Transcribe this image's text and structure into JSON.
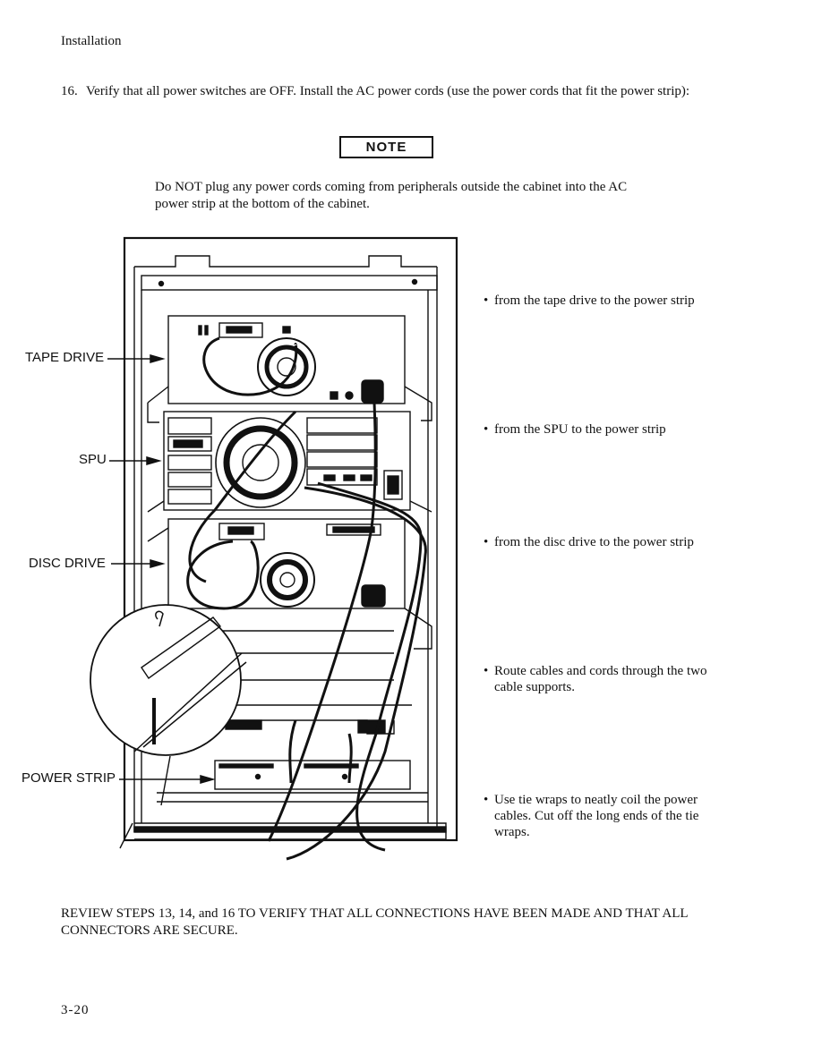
{
  "header": {
    "section": "Installation"
  },
  "step": {
    "number": "16.",
    "text": "Verify that all power switches are OFF.  Install the AC power cords (use the power cords that fit the power strip):"
  },
  "note": {
    "label": "NOTE",
    "text": "Do NOT plug any power cords coming from peripherals outside the cabinet into the AC power strip at the bottom of the cabinet."
  },
  "figure": {
    "callouts": {
      "tape_drive": "TAPE DRIVE",
      "spu": "SPU",
      "disc_drive": "DISC DRIVE",
      "power_strip": "POWER STRIP"
    },
    "bullets": [
      "from the tape drive to the power strip",
      "from the SPU to the power strip",
      "from the disc drive to the power strip",
      "Route cables and cords through the two cable supports.",
      "Use tie wraps to neatly coil the power cables.  Cut off the long ends of the tie wraps."
    ]
  },
  "review": "REVIEW STEPS 13, 14, and 16 TO VERIFY THAT ALL CONNECTIONS HAVE BEEN MADE AND THAT ALL CONNECTORS ARE SECURE.",
  "footer": {
    "page_number": "3-20"
  }
}
